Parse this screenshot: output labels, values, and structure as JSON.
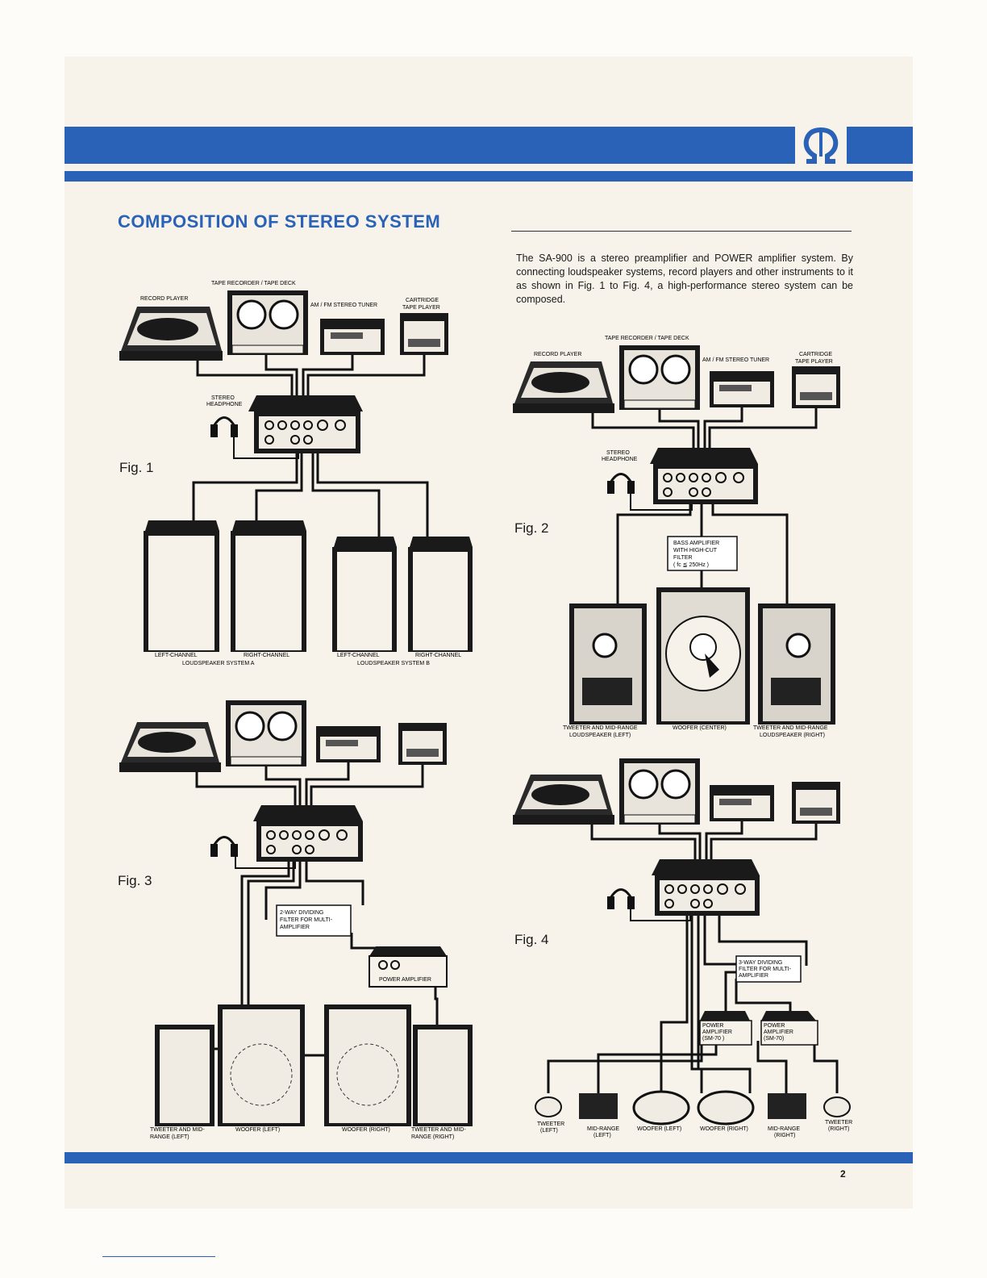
{
  "header": {
    "title": "COMPOSITION OF STEREO SYSTEM",
    "logo_icon": "omega-icon"
  },
  "intro": "The  SA-900  is a stereo preamplifier and POWER amplifier system. By connecting loudspeaker systems, record players and other instruments to it as shown in Fig. 1 to Fig. 4, a high-performance stereo system can be composed.",
  "figures": {
    "fig1": {
      "label": "Fig. 1",
      "tape": "TAPE RECORDER / TAPE DECK",
      "record": "RECORD PLAYER",
      "tuner": "AM / FM STEREO TUNER",
      "cart1": "CARTRIDGE",
      "cart2": "TAPE PLAYER",
      "hp1": "STEREO",
      "hp2": "HEADPHONE",
      "left_a": "LEFT-CHANNEL",
      "right_a": "RIGHT-CHANNEL",
      "system_a": "LOUDSPEAKER SYSTEM A",
      "left_b": "LEFT-CHANNEL",
      "right_b": "RIGHT-CHANNEL",
      "system_b": "LOUDSPEAKER SYSTEM B"
    },
    "fig2": {
      "label": "Fig. 2",
      "tape": "TAPE RECORDER / TAPE DECK",
      "record": "RECORD PLAYER",
      "tuner": "AM / FM STEREO TUNER",
      "cart1": "CARTRIDGE",
      "cart2": "TAPE PLAYER",
      "hp1": "STEREO",
      "hp2": "HEADPHONE",
      "bass1": "BASS AMPLIFIER",
      "bass2": "WITH HIGH-CUT",
      "bass3": "FILTER",
      "bass4": "( fc ≦ 250Hz )",
      "tw_left1": "TWEETER AND MID-RANGE",
      "tw_left2": "LOUDSPEAKER (LEFT)",
      "woofer": "WOOFER (CENTER)",
      "tw_right1": "TWEETER AND MID-RANGE",
      "tw_right2": "LOUDSPEAKER (RIGHT)"
    },
    "fig3": {
      "label": "Fig. 3",
      "filter1": "2-WAY DIVIDING",
      "filter2": "FILTER FOR MULTI-",
      "filter3": "AMPLIFIER",
      "power": "POWER AMPLIFIER",
      "tw_left1": "TWEETER AND MID-",
      "tw_left2": "RANGE    (LEFT)",
      "woofer_left": "WOOFER (LEFT)",
      "woofer_right": "WOOFER (RIGHT)",
      "tw_right1": "TWEETER AND MID-",
      "tw_right2": "RANGE    (RIGHT)"
    },
    "fig4": {
      "label": "Fig. 4",
      "filter1": "3-WAY DIVIDING",
      "filter2": "FILTER FOR MULTI-",
      "filter3": "AMPLIFIER",
      "pa1": "POWER",
      "pa2": "AMPLIFIER",
      "pa3": "(SM-70 )",
      "pb1": "POWER",
      "pb2": "AMPLIFIER",
      "pb3": "(SM-70)",
      "tw_l1": "TWEETER",
      "tw_l2": "(LEFT)",
      "mr_l1": "MID-RANGE",
      "mr_l2": "(LEFT)",
      "wf_l": "WOOFER (LEFT)",
      "wf_r": "WOOFER (RIGHT)",
      "mr_r1": "MID-RANGE",
      "mr_r2": "(RIGHT)",
      "tw_r1": "TWEETER",
      "tw_r2": "(RIGHT)"
    }
  },
  "page_number": "2"
}
